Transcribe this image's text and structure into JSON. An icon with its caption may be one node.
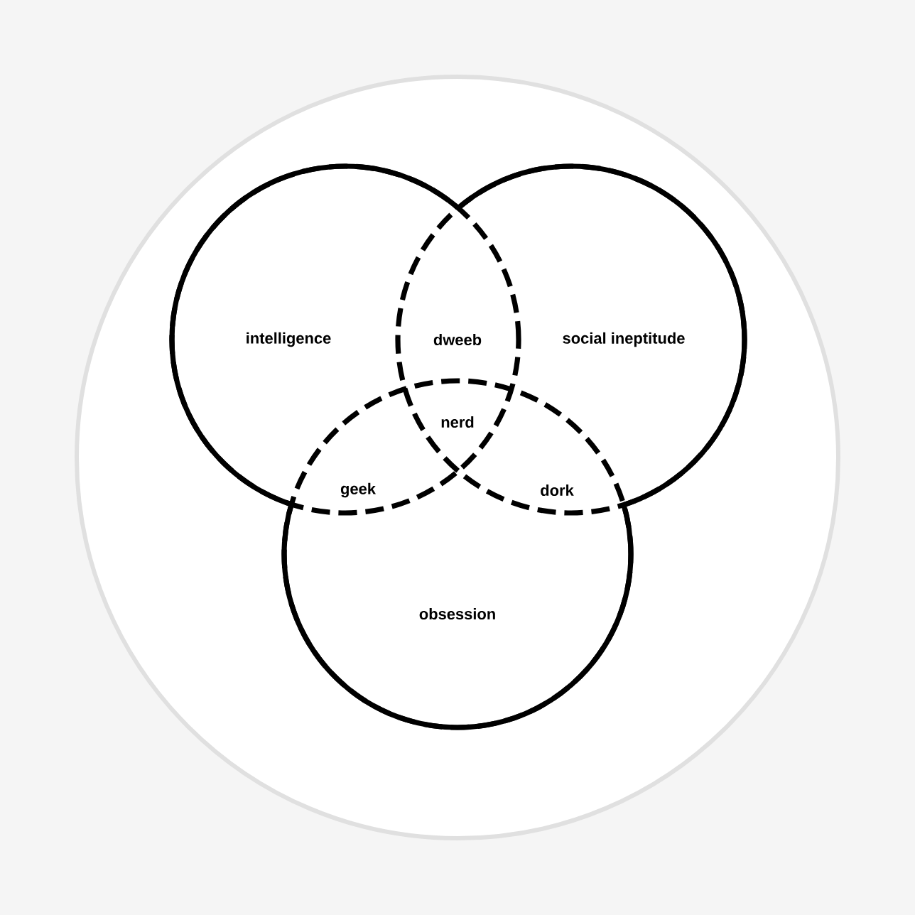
{
  "diagram": {
    "nodes": [
      {
        "text": [
          "intelligence"
        ]
      },
      {
        "text": [
          "social ineptitude"
        ]
      },
      {
        "text": [
          "obsession"
        ]
      }
    ],
    "labels": [
      "dweeb",
      "nerd",
      "geek",
      "dork"
    ]
  }
}
